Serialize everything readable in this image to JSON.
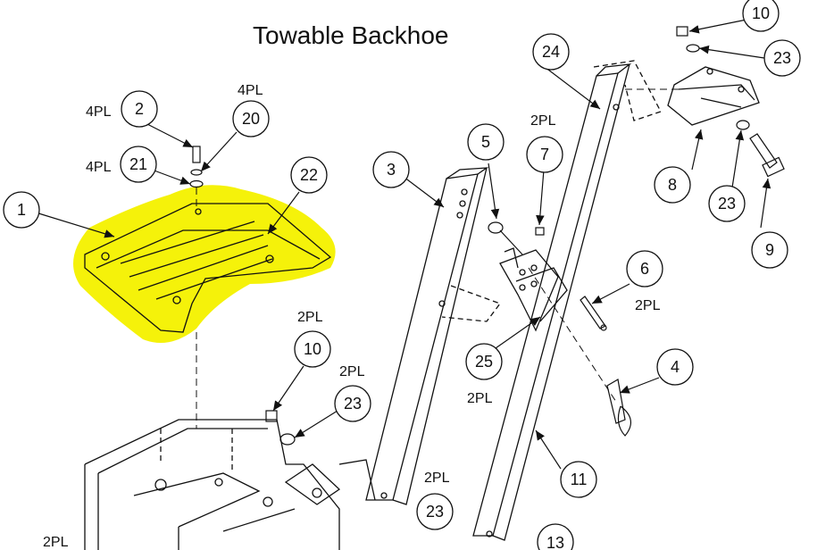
{
  "title": "Towable Backhoe",
  "highlight_color": "#f5f20a",
  "callouts": [
    {
      "id": "c1",
      "label": "1"
    },
    {
      "id": "c2",
      "label": "2"
    },
    {
      "id": "c20",
      "label": "20"
    },
    {
      "id": "c21",
      "label": "21"
    },
    {
      "id": "c22",
      "label": "22"
    },
    {
      "id": "c3",
      "label": "3"
    },
    {
      "id": "c24",
      "label": "24"
    },
    {
      "id": "c5",
      "label": "5"
    },
    {
      "id": "c7",
      "label": "7"
    },
    {
      "id": "c10a",
      "label": "10"
    },
    {
      "id": "c23a",
      "label": "23"
    },
    {
      "id": "c8",
      "label": "8"
    },
    {
      "id": "c23b",
      "label": "23"
    },
    {
      "id": "c9",
      "label": "9"
    },
    {
      "id": "c6",
      "label": "6"
    },
    {
      "id": "c25",
      "label": "25"
    },
    {
      "id": "c4",
      "label": "4"
    },
    {
      "id": "c10b",
      "label": "10"
    },
    {
      "id": "c23c",
      "label": "23"
    },
    {
      "id": "c11",
      "label": "11"
    },
    {
      "id": "c23d",
      "label": "23"
    },
    {
      "id": "c13",
      "label": "13"
    }
  ],
  "quantity_notes": [
    {
      "id": "q2",
      "label": "4PL"
    },
    {
      "id": "q20",
      "label": "4PL"
    },
    {
      "id": "q21",
      "label": "4PL"
    },
    {
      "id": "q7",
      "label": "2PL"
    },
    {
      "id": "q6",
      "label": "2PL"
    },
    {
      "id": "q25",
      "label": "2PL"
    },
    {
      "id": "q10b",
      "label": "2PL"
    },
    {
      "id": "q23c",
      "label": "2PL"
    },
    {
      "id": "q23d",
      "label": "2PL"
    },
    {
      "id": "qbl",
      "label": "2PL"
    }
  ]
}
